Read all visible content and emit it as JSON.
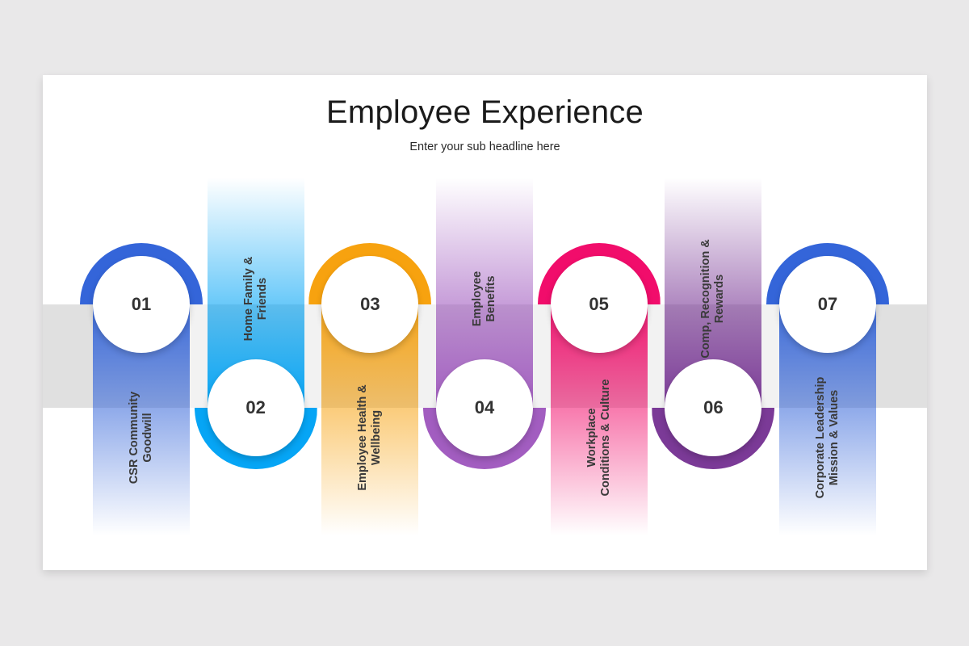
{
  "header": {
    "title": "Employee Experience",
    "subtitle": "Enter your sub headline here"
  },
  "colors": {
    "background": "#e9e8e9",
    "slide": "#ffffff",
    "band_outer": "#e0e0e0",
    "band_inner": "#f2f2f2"
  },
  "steps": [
    {
      "number": "01",
      "label": "CSR Community\nGoodwill",
      "color": "#3465d9",
      "position": "top"
    },
    {
      "number": "02",
      "label": "Home Family &\nFriends",
      "color": "#06a5f5",
      "position": "bottom"
    },
    {
      "number": "03",
      "label": "Employee Health &\nWellbeing",
      "color": "#f7a20f",
      "position": "top"
    },
    {
      "number": "04",
      "label": "Employee\nBenefits",
      "color": "#a25dc0",
      "position": "bottom"
    },
    {
      "number": "05",
      "label": "Workplace\nConditions & Culture",
      "color": "#f10d6b",
      "position": "top"
    },
    {
      "number": "06",
      "label": "Comp, Recognition &\nRewards",
      "color": "#7b3a97",
      "position": "bottom"
    },
    {
      "number": "07",
      "label": "Corporate Leadership\nMission & Values",
      "color": "#3465d9",
      "position": "top"
    }
  ]
}
